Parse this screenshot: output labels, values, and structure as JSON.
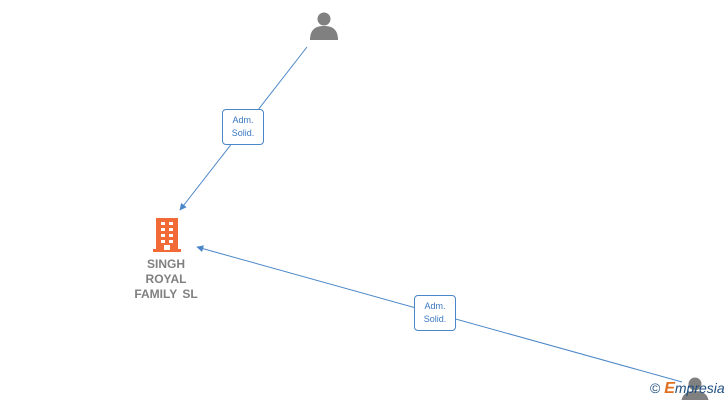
{
  "nodes": {
    "company": {
      "name_lines": [
        "SINGH",
        "ROYAL",
        "FAMILY SL"
      ],
      "icon": "building-icon",
      "color": "#f26a35"
    },
    "person_top": {
      "icon": "person-icon",
      "color": "#808080"
    },
    "person_bottom": {
      "icon": "person-icon",
      "color": "#808080"
    }
  },
  "edges": [
    {
      "from": "person_top",
      "to": "company",
      "label_lines": [
        "Adm.",
        "Solid."
      ]
    },
    {
      "from": "person_bottom",
      "to": "company",
      "label_lines": [
        "Adm.",
        "Solid."
      ]
    }
  ],
  "watermark": {
    "copyright_symbol": "©",
    "brand_initial": "E",
    "brand_rest": "mpresia"
  },
  "colors": {
    "edge": "#4a86c8",
    "edge_label_text": "#3a78c2",
    "node_label": "#808080"
  }
}
